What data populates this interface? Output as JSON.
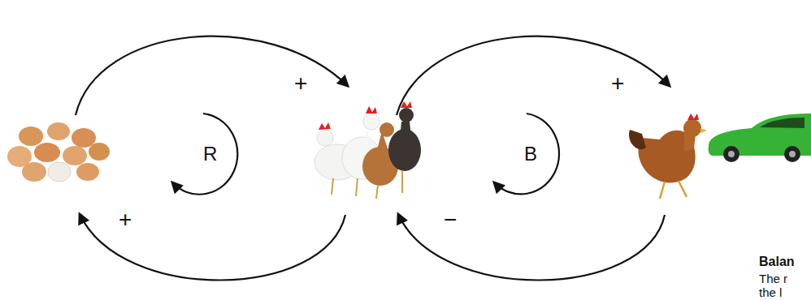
{
  "diagram": {
    "labels": [
      "+",
      "R",
      "+",
      "+",
      "B",
      "−",
      "Balan",
      "The r",
      "the l"
    ]
  }
}
